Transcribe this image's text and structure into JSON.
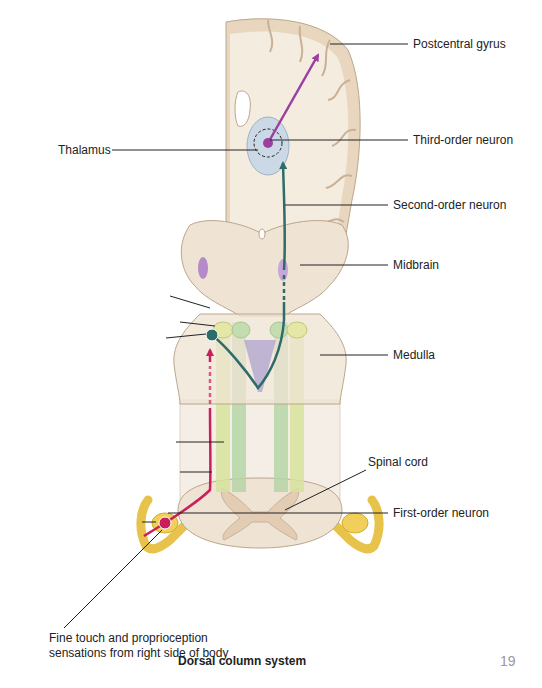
{
  "diagram": {
    "caption": "Dorsal column system",
    "labels": [
      "Postcentral gyrus",
      "Third-order neuron",
      "Thalamus",
      "Second-order neuron",
      "Midbrain",
      "Medulla",
      "Spinal cord",
      "First-order neuron",
      "Fine touch and proprioception sensations from right side of body",
      "19"
    ]
  }
}
